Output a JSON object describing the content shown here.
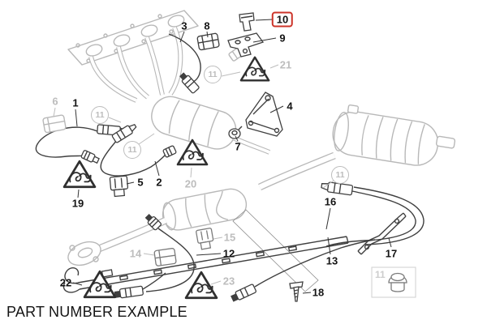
{
  "caption": "PART NUMBER EXAMPLE",
  "highlighted_part": "10",
  "colors": {
    "background": "#ffffff",
    "art_light": "#b8b8b8",
    "art_dark": "#3f3f3f",
    "label_black": "#141414",
    "label_gray": "#bdbdbd",
    "highlight_red": "#cc3328"
  },
  "callouts": [
    {
      "text": "1"
    },
    {
      "text": "2"
    },
    {
      "text": "3"
    },
    {
      "text": "4"
    },
    {
      "text": "5"
    },
    {
      "text": "6"
    },
    {
      "text": "7"
    },
    {
      "text": "8"
    },
    {
      "text": "9"
    },
    {
      "text": "10"
    },
    {
      "text": "12"
    },
    {
      "text": "13"
    },
    {
      "text": "14"
    },
    {
      "text": "15"
    },
    {
      "text": "16"
    },
    {
      "text": "17"
    },
    {
      "text": "18"
    },
    {
      "text": "19"
    },
    {
      "text": "20"
    },
    {
      "text": "21"
    },
    {
      "text": "22"
    },
    {
      "text": "23"
    }
  ],
  "ref_circles": [
    {
      "text": "11"
    },
    {
      "text": "11"
    },
    {
      "text": "11"
    },
    {
      "text": "11"
    }
  ],
  "inset": {
    "label": "11"
  },
  "hot_surface_triangles_for_parts": [
    "19",
    "20",
    "21",
    "22",
    "23"
  ]
}
